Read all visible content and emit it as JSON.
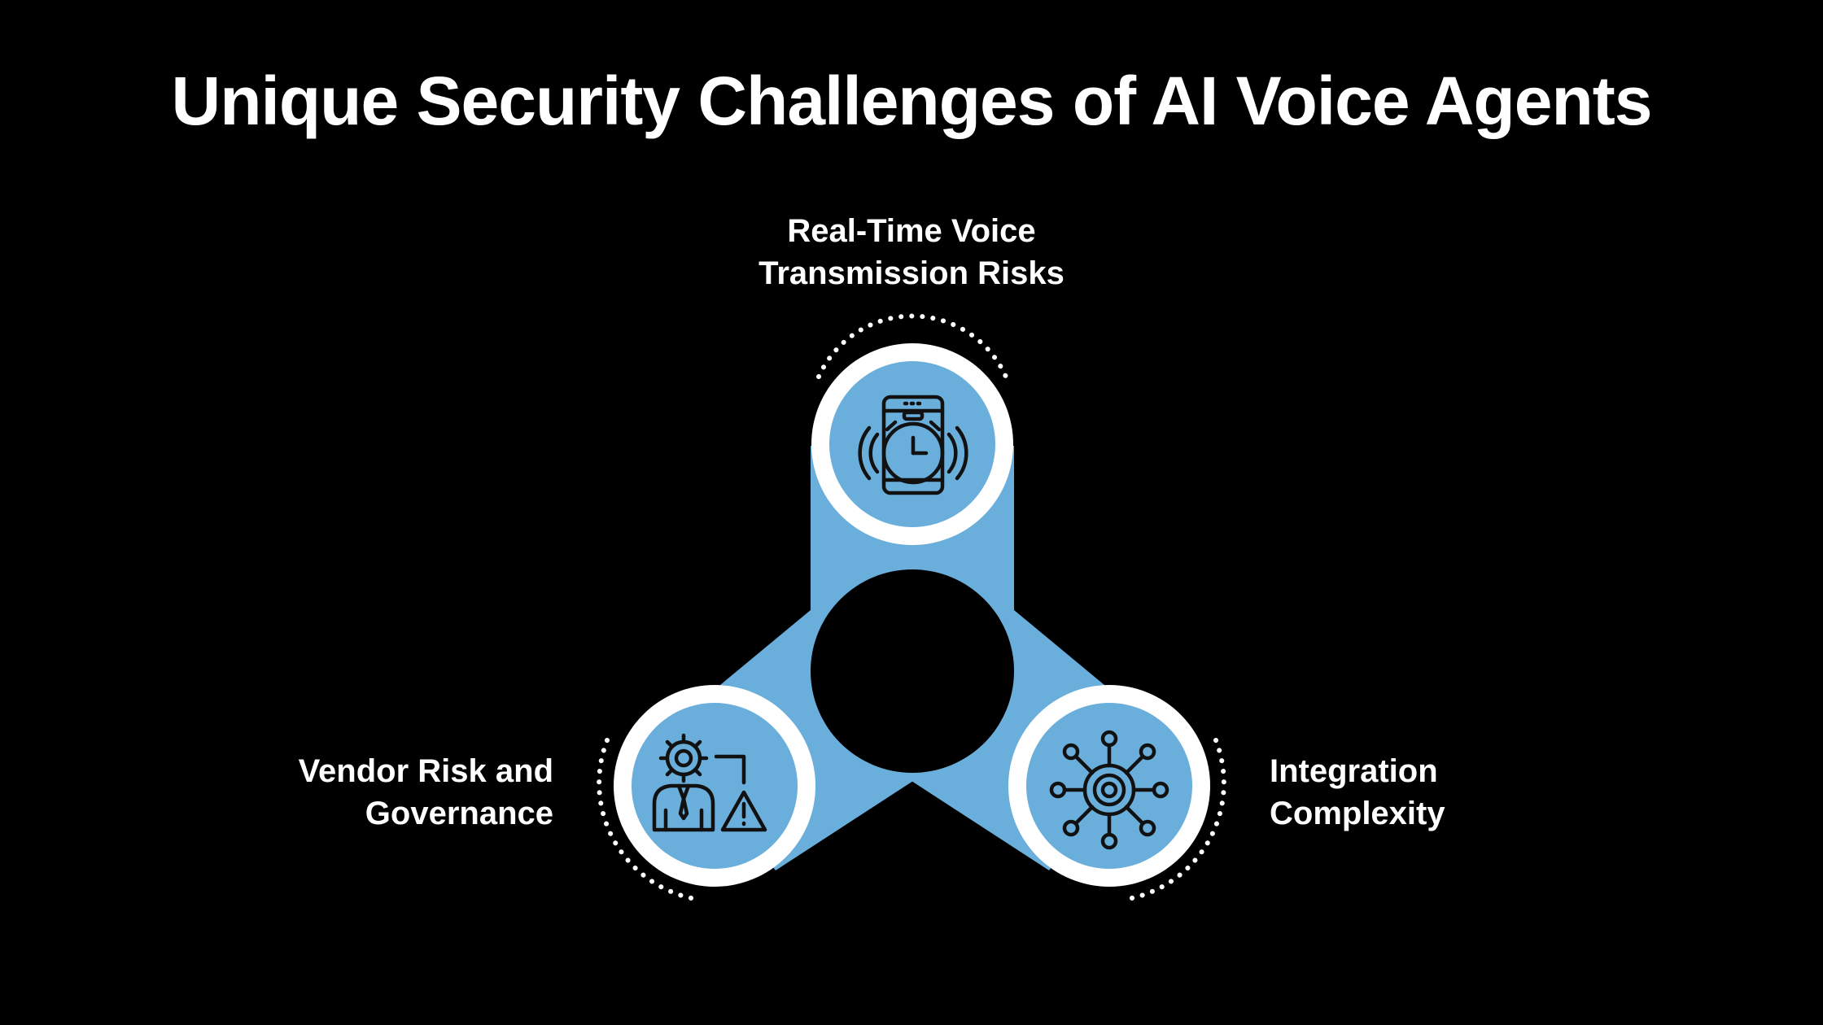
{
  "title": "Unique Security Challenges of AI Voice Agents",
  "colors": {
    "background": "#000000",
    "accent": "#6aaedb",
    "ring": "#ffffff",
    "icon_stroke": "#111111"
  },
  "nodes": [
    {
      "line1": "Real-Time Voice",
      "line2": "Transmission Risks",
      "icon": "phone-clock-icon"
    },
    {
      "line1": "Vendor Risk and",
      "line2": "Governance",
      "icon": "person-gear-warning-icon"
    },
    {
      "line1": "Integration",
      "line2": "Complexity",
      "icon": "network-hub-icon"
    }
  ]
}
